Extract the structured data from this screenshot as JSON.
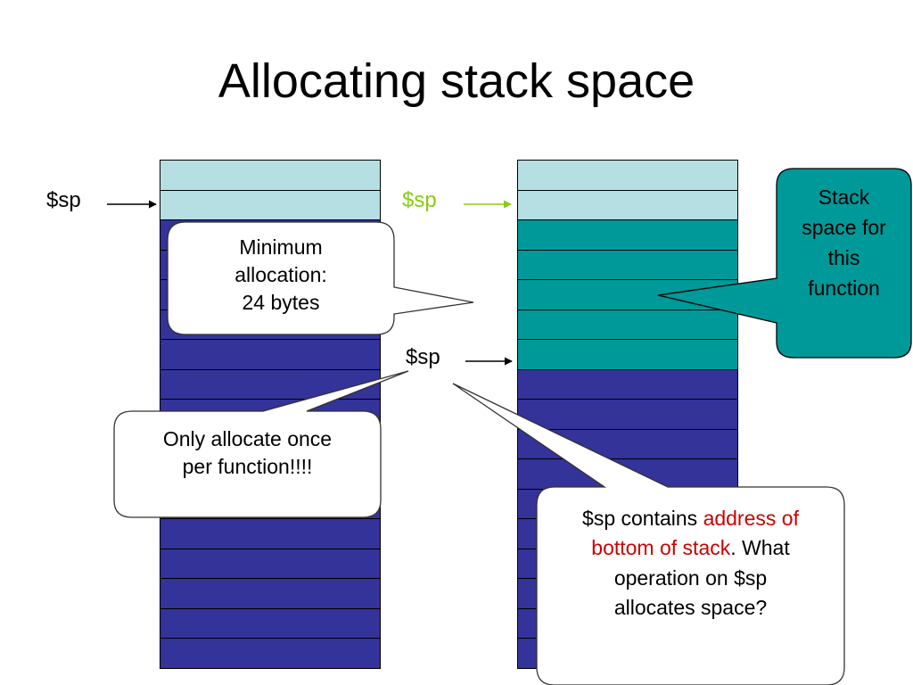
{
  "title": "Allocating stack space",
  "colors": {
    "light_cell": "#b6dfe3",
    "dark_cell": "#333399",
    "teal_cell": "#009999",
    "sp_green": "#88cc11",
    "highlight_red": "#cc0000"
  },
  "left_stack": {
    "cells": [
      "light",
      "light",
      "dark",
      "dark",
      "dark",
      "dark",
      "dark",
      "dark",
      "dark",
      "dark",
      "dark",
      "dark",
      "dark",
      "dark",
      "dark",
      "dark",
      "dark"
    ]
  },
  "right_stack": {
    "cells": [
      "light",
      "light",
      "teal",
      "teal",
      "teal",
      "teal",
      "teal",
      "dark",
      "dark",
      "dark",
      "dark",
      "dark",
      "dark",
      "dark",
      "dark",
      "dark",
      "dark"
    ]
  },
  "labels": {
    "sp_left": "$sp",
    "sp_right_top": "$sp",
    "sp_right_bottom": "$sp"
  },
  "callouts": {
    "min_alloc": [
      "Minimum",
      "allocation:",
      "24 bytes"
    ],
    "stack_space": [
      "Stack",
      "space for",
      "this",
      "function"
    ],
    "once": [
      "Only allocate once",
      "per function!!!!"
    ],
    "sp_contains": {
      "part1": "$sp contains ",
      "highlight1": "address of",
      "highlight2": "bottom of stack",
      "part2": ".  What",
      "line3": "operation on $sp",
      "line4": "allocates space?"
    }
  }
}
